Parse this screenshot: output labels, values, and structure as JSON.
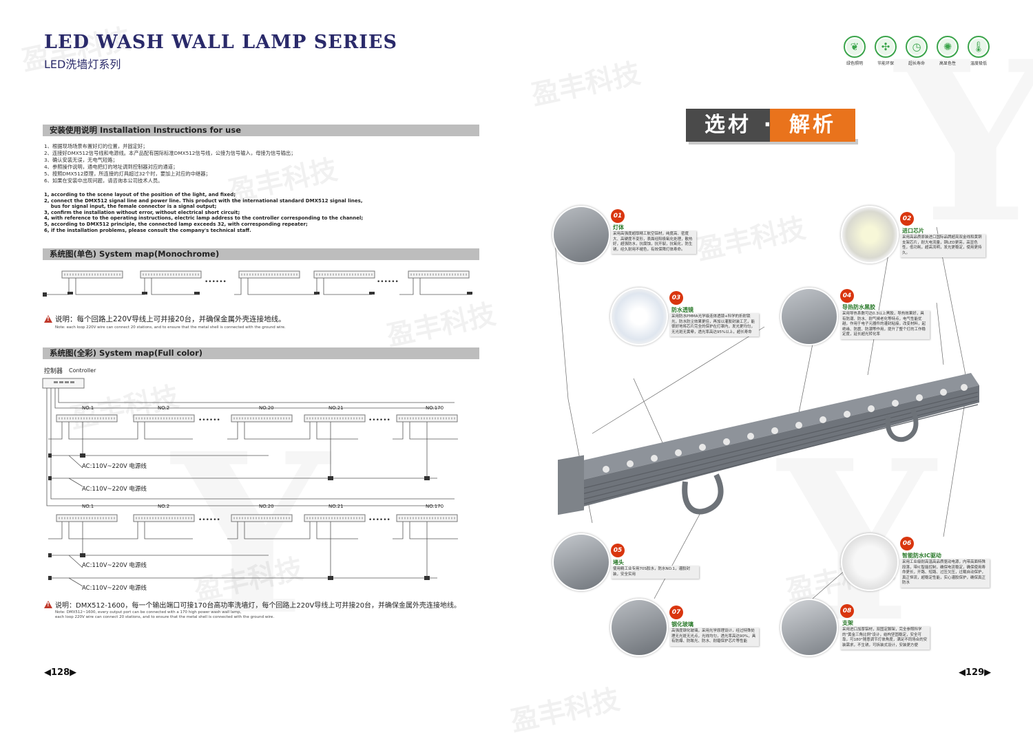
{
  "watermark": "盈丰科技",
  "left_page": {
    "title_en": "LED WASH WALL LAMP SERIES",
    "title_cn": "LED洗墙灯系列",
    "install_header": "安装使用说明   Installation Instructions for use",
    "install_cn": "1、根据现场场景布置好灯的位置，并固定好；\n2、连接好DMX512信号线和电源线。本产品配有国际标准DMX512信号线，公接为信号输入，母接为信号输出；\n3、确认安装无误，无电气短路；\n4、参照操作说明，通电把灯的地址调到控制器对应的通道；\n5、按照DMX512原理，所连接的灯具超过32个时，要加上对应的中继器；\n6、如果在安装中出现问题，请咨询本公司技术人员。",
    "install_en": "1, according to the scene layout of the position of the light, and fixed;\n2, connect the DMX512 signal line and power line. This product with the international standard DMX512 signal lines,\n    bus for signal input, the female connector is a signal output;\n3, confirm the installation without error, without electrical short circuit;\n4, with reference to the operating instructions, electric lamp address to the controller corresponding to the channel;\n5, according to DMX512 principle, the connected lamp exceeds 32, with corresponding repeater;\n6, if the installation problems, please consult the company's technical staff.",
    "mono_header": "系统图(单色)    System map(Monochrome)",
    "mono_note": "说明：每个回路上220V导线上可并接20台，并确保金属外壳连接地线。",
    "mono_note_en": "Note: each loop 220V wire can connect 20 stations, and to ensure that the metal shell is connected with the ground wire.",
    "full_header": "系统图(全彩)    System map(Full color)",
    "controller_cn": "控制器",
    "controller_en": "Controller",
    "lamp_labels": [
      "NO.1",
      "NO.2",
      "NO.20",
      "NO.21",
      "NO.170"
    ],
    "dots": "••••••",
    "ac_label": "AC:110V~220V 电源线",
    "full_note": "说明：DMX512-1600，每一个输出端口可接170台高功率洗墙灯，每个回路上220V导线上可并接20台，并确保金属外壳连接地线。",
    "full_note_en": "Note: DMX512~1600, every output port can be connected with a 170 high power wash wall lamp,\neach loop 220V wire can connect 20 stations, and to ensure that the metal shell is connected with the ground wire.",
    "page_number": "◀128▶"
  },
  "right_page": {
    "icons": [
      {
        "name": "leaf-icon",
        "glyph": "❦",
        "label": "绿色照明"
      },
      {
        "name": "fan-icon",
        "glyph": "✣",
        "label": "节能环保"
      },
      {
        "name": "clock-icon",
        "glyph": "◷",
        "label": "超长寿命"
      },
      {
        "name": "sun-icon",
        "glyph": "✺",
        "label": "高显色性"
      },
      {
        "name": "thermometer-icon",
        "glyph": "🌡",
        "label": "温度极低"
      }
    ],
    "banner_left": "选材",
    "banner_dot": "·",
    "banner_right": "解析",
    "callouts": [
      {
        "num": "01",
        "title": "灯体",
        "desc": "采用高强度超厚精工航空铝材，纯度高、密度大、高硬度不变形，表面经阳极氧化处理，散热好，超强防水，抗腐蚀，抗开裂，抗氧化，防生锈，经久耐用不褪色，有效保障灯体寿命。"
      },
      {
        "num": "02",
        "title": "进口芯片",
        "desc": "采用高品质原装进口国际品牌超亮双金线和黄铜支架芯片，耐大电流量，铜LED更亮，高显色性，低功耗，超高流明，发光更稳定，使用更持久。"
      },
      {
        "num": "03",
        "title": "防水透镜",
        "desc": "采用防水PMMA光学级连体透镜+科学的折射锁光，防水防尘效果更佳，再加以灌胶封装工艺，能很好地将芯片完全的保护在灯罩内，发光更均匀，无光斑无黄晕，透光率高达95%以上，超长寿命"
      },
      {
        "num": "04",
        "title": "导热防水黑胶",
        "desc": "采用导热系数可达0.3以上黑胶，导热效果好，具有防潮、防水、耐气候老化等特点，电气性能优越，作用于电子元器件的灌封粘接，改变材料，起绝缘、防震、防潮等作用，提升了整个灯的工作稳定度，延长超光转化率"
      },
      {
        "num": "05",
        "title": "堵头",
        "desc": "使用精工业专用70S胶水，防水NO.1，灌胶封装，安全实用"
      },
      {
        "num": "06",
        "title": "智能防水IC驱动",
        "desc": "采用工业级耐高温高品质驱动电源，内带高面特殊段落，带IC智能控制，确保电流稳定，确保使用寿命更长，开路、短路、过压欠压，过载自动保护，真正恒流，超稳定性能，实心灌胶保护，确保真正防水"
      },
      {
        "num": "07",
        "title": "钢化玻璃",
        "desc": "高强度钢化玻璃，采用光学原理设计，经过特殊处理无光斑无光点，光线均匀，透光率高达90%，具有防爆、防眩光、防水、耐磨保护芯片等性能"
      },
      {
        "num": "08",
        "title": "支架",
        "desc": "采用进口加厚铝材，双固定脚架，完全参照科学的\"黄金三角比例\"设计，结构坚固稳定，安全可靠，可180°随意调节灯体角度，满足不同场合的安装需求，不生锈，可拆装式设计，安装更方便"
      }
    ],
    "page_number": "◀129▶"
  }
}
